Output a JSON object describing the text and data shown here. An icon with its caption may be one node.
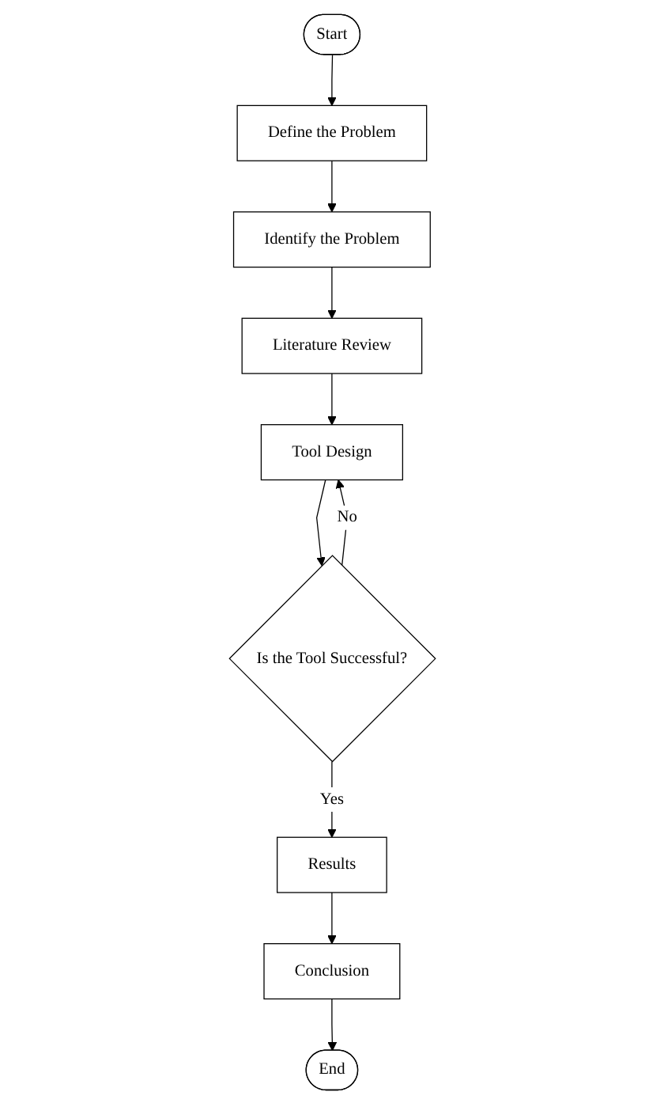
{
  "diagram": {
    "nodes": [
      {
        "text": [
          "Start"
        ]
      },
      {
        "text": [
          "Define the Problem"
        ]
      },
      {
        "text": [
          "Identify the Problem"
        ]
      },
      {
        "text": [
          "Literature Review"
        ]
      },
      {
        "text": [
          "Tool Design"
        ]
      },
      {
        "text": [
          "Is the Tool Successful?"
        ]
      },
      {
        "text": [
          "Results"
        ]
      },
      {
        "text": [
          "Conclusion"
        ]
      },
      {
        "text": [
          "End"
        ]
      }
    ],
    "edges": [
      {
        "from": 0,
        "to": 1,
        "arrow": "to"
      },
      {
        "from": 1,
        "to": 2,
        "arrow": "to"
      },
      {
        "from": 2,
        "to": 3,
        "arrow": "to"
      },
      {
        "from": 3,
        "to": 4,
        "arrow": "to"
      },
      {
        "from": 4,
        "to": 5,
        "arrow": "to"
      },
      {
        "from": 5,
        "to": 4,
        "label": "No",
        "arrow": "to"
      },
      {
        "from": 5,
        "to": 6,
        "label": "Yes",
        "arrow": "to"
      },
      {
        "from": 6,
        "to": 7,
        "arrow": "to"
      },
      {
        "from": 7,
        "to": 8,
        "arrow": "to"
      }
    ]
  }
}
